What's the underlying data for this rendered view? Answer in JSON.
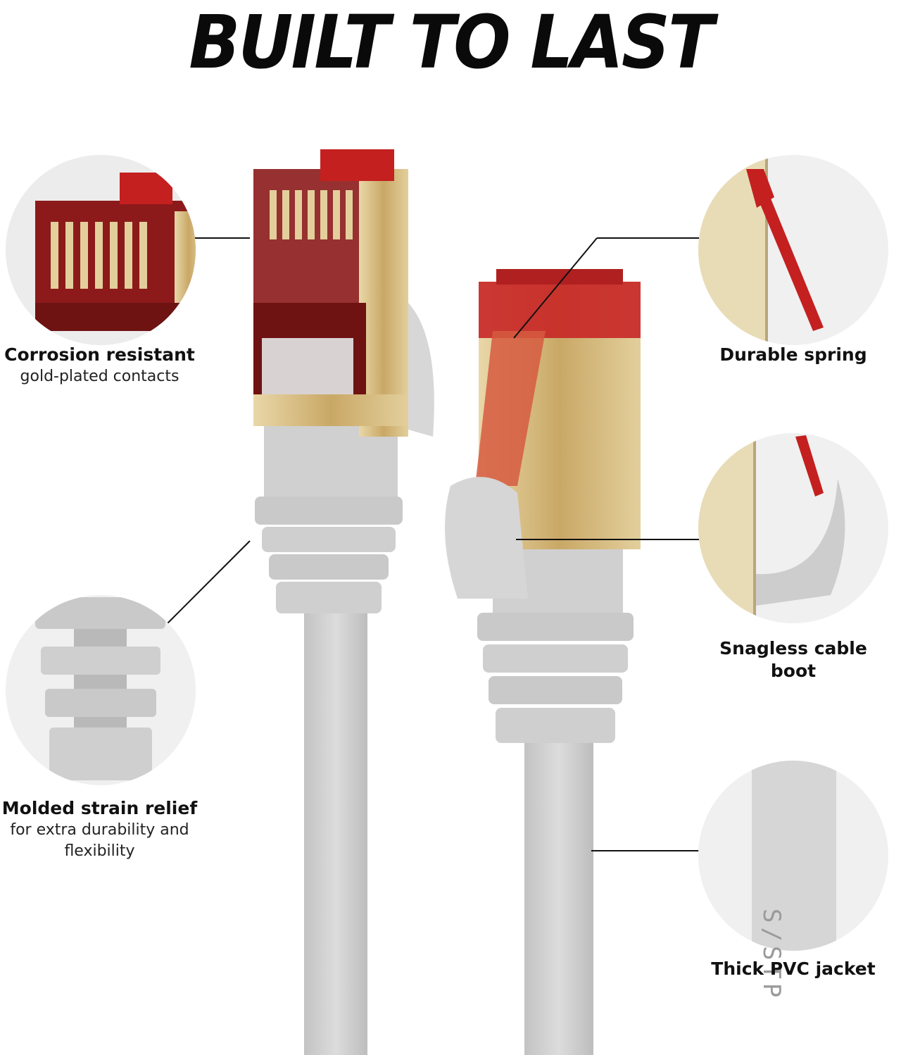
{
  "headline": "BUILT TO LAST",
  "colors": {
    "connector_red": "#b01818",
    "gold": "#d8c08a",
    "cable_gray": "#d5d5d5",
    "boot_gray": "#cfcfcf",
    "circle_bg": "#ececec"
  },
  "features": {
    "contacts": {
      "title": "Corrosion resistant",
      "sub": "gold-plated contacts"
    },
    "spring": {
      "title": "Durable spring"
    },
    "boot": {
      "title": "Snagless cable",
      "title2": "boot"
    },
    "strain": {
      "title": "Molded strain relief",
      "sub": "for extra durability and",
      "sub2": "flexibility"
    },
    "jacket": {
      "title": "Thick PVC jacket",
      "print": "S/STP"
    }
  }
}
